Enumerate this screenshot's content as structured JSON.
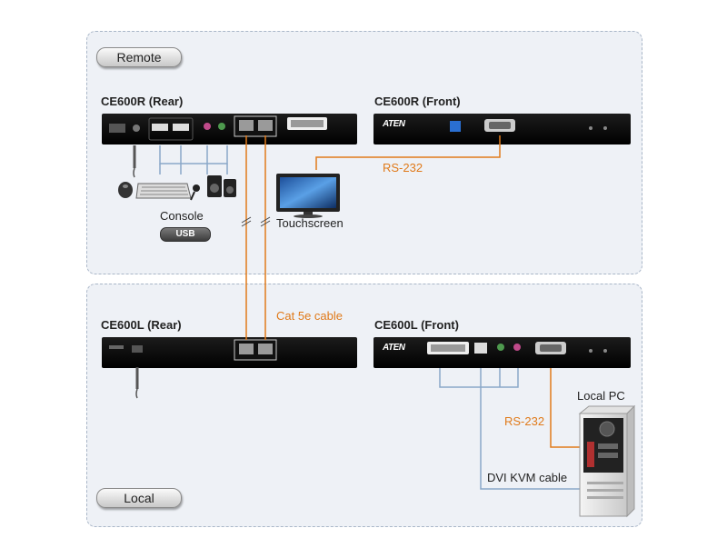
{
  "zones": {
    "remote": "Remote",
    "local": "Local"
  },
  "devices": {
    "remote_rear": "CE600R (Rear)",
    "remote_front": "CE600R (Front)",
    "local_rear": "CE600L (Rear)",
    "local_front": "CE600L (Front)"
  },
  "labels": {
    "console": "Console",
    "usb": "USB",
    "touchscreen": "Touchscreen",
    "rs232_remote": "RS-232",
    "cat5e": "Cat 5e cable",
    "local_pc": "Local PC",
    "rs232_local": "RS-232",
    "dvi_kvm": "DVI KVM cable"
  },
  "brand": "ATEN",
  "colors": {
    "cable_orange": "#e07a1a",
    "cable_blue": "#8aa7c8",
    "zone_bg": "#eef1f6"
  }
}
